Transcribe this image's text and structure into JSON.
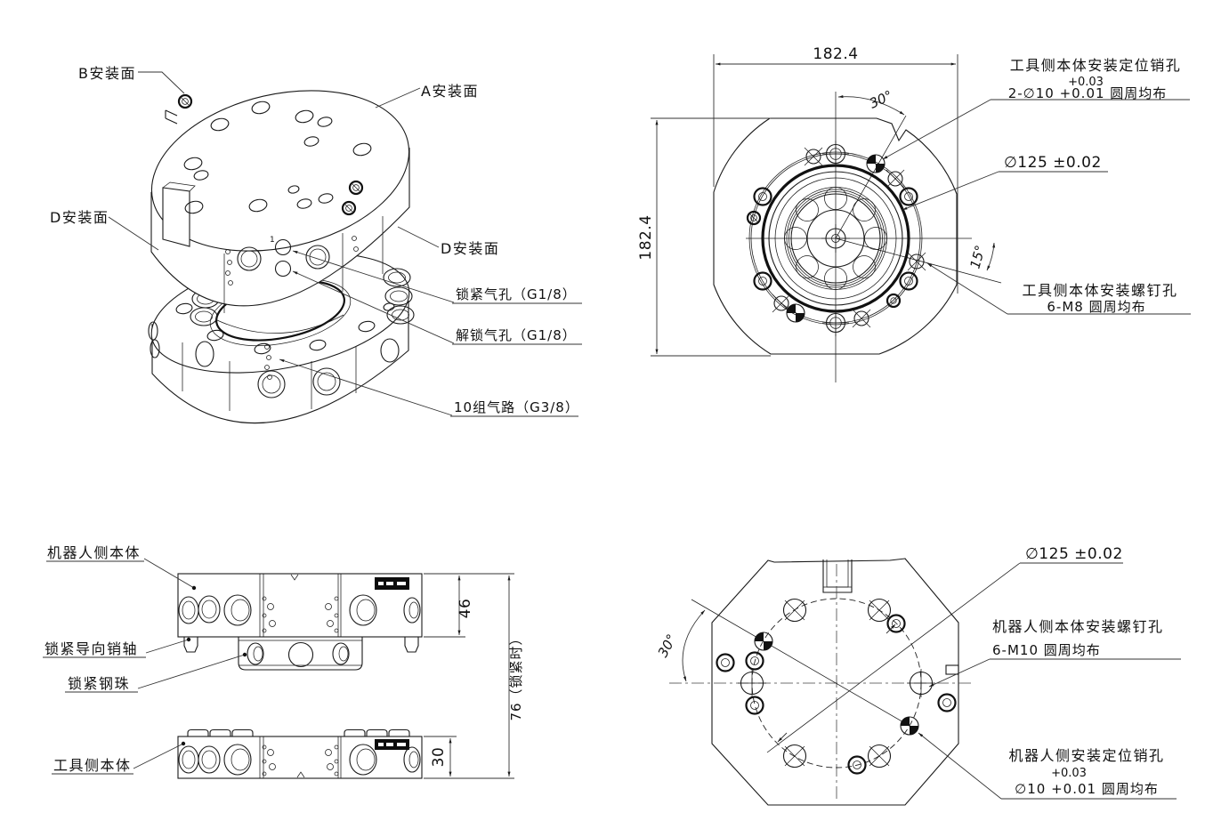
{
  "views": {
    "iso": {
      "labels": {
        "surface_b": "B安装面",
        "surface_a": "A安装面",
        "surface_d": "D安装面",
        "lock_air_port": "锁紧气孔（G1/8）",
        "unlock_air_port": "解锁气孔（G1/8）",
        "air_circuits": "10组气路（G3/8）",
        "hole_marker": "1"
      }
    },
    "top": {
      "dims": {
        "width": "182.4",
        "height": "182.4",
        "angle_30": "30°",
        "angle_15": "15°",
        "bolt_circle": "∅125 ±0.02"
      },
      "pin_hole_note": {
        "line1": "工具侧本体安装定位销孔",
        "line2": "+0.03",
        "line3": "2-∅10 +0.01 圆周均布"
      },
      "screw_hole_note": {
        "line1": "工具侧本体安装螺钉孔",
        "line2": "6-M8 圆周均布"
      }
    },
    "side": {
      "labels": {
        "robot_body": "机器人侧本体",
        "lock_guide_pin": "锁紧导向销轴",
        "lock_steel_ball": "锁紧钢珠",
        "tool_body": "工具侧本体"
      },
      "dims": {
        "robot_body_height": "46",
        "tool_body_height": "30",
        "locked_height": "76（锁紧时）"
      }
    },
    "bottom": {
      "dims": {
        "bolt_circle": "∅125 ±0.02",
        "angle_30": "30°"
      },
      "screw_hole_note": {
        "line1": "机器人侧本体安装螺钉孔",
        "line2": "6-M10 圆周均布"
      },
      "pin_hole_note": {
        "line1": "机器人侧安装定位销孔",
        "line2": "+0.03",
        "line3": "∅10 +0.01 圆周均布"
      }
    }
  }
}
